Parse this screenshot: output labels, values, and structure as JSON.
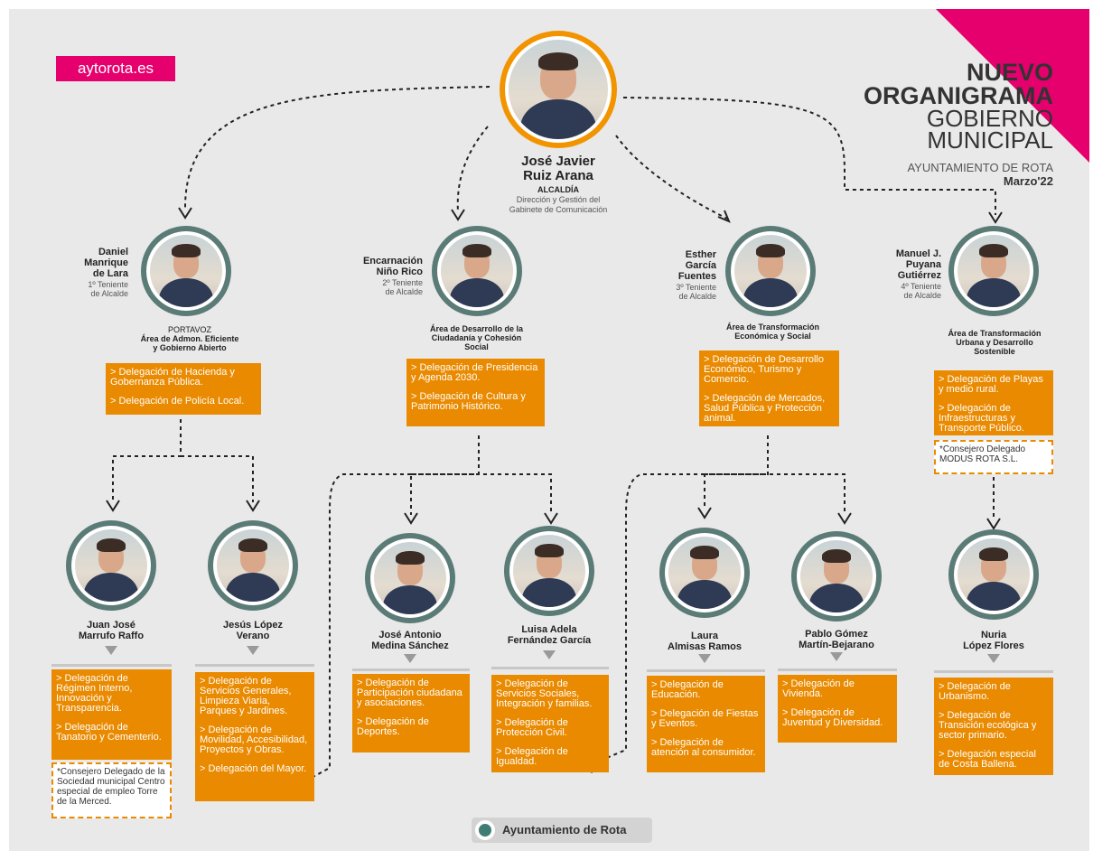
{
  "site": "aytorota.es",
  "title": {
    "line1": "NUEVO",
    "line2": "ORGANIGRAMA",
    "line3": "GOBIERNO",
    "line4": "MUNICIPAL",
    "line5": "AYUNTAMIENTO DE ROTA",
    "line6": "Marzo'22"
  },
  "mayor": {
    "name1": "José Javier",
    "name2": "Ruiz Arana",
    "role": "ALCALDÍA",
    "desc1": "Dirección y Gestión del",
    "desc2": "Gabinete de Comunicación"
  },
  "tenientes": [
    {
      "n1": "Daniel",
      "n2": "Manrique",
      "n3": "de Lara",
      "r1": "1º Teniente",
      "r2": "de Alcalde",
      "area0": "PORTAVOZ",
      "area1": "Área de Admon. Eficiente",
      "area2": "y Gobierno Abierto",
      "area3": "",
      "items": [
        "> Delegación de Hacienda y Gobernanza Pública.",
        "> Delegación de Policía Local."
      ]
    },
    {
      "n1": "Encarnación",
      "n2": "Niño Rico",
      "n3": "",
      "r1": "2º Teniente",
      "r2": "de Alcalde",
      "area0": "",
      "area1": "Área de Desarrollo de la",
      "area2": "Ciudadanía y Cohesión",
      "area3": "Social",
      "items": [
        "> Delegación de Presidencia y Agenda 2030.",
        "> Delegación de Cultura y Patrimonio Histórico."
      ]
    },
    {
      "n1": "Esther",
      "n2": "García",
      "n3": "Fuentes",
      "r1": "3º Teniente",
      "r2": "de Alcalde",
      "area0": "",
      "area1": "Área de Transformación",
      "area2": "Económica y Social",
      "area3": "",
      "items": [
        "> Delegación de Desarrollo Económico, Turismo y Comercio.",
        "> Delegación de Mercados, Salud Pública y Protección animal."
      ]
    },
    {
      "n1": "Manuel J.",
      "n2": "Puyana",
      "n3": "Gutiérrez",
      "r1": "4º Teniente",
      "r2": "de Alcalde",
      "area0": "",
      "area1": "Área de Transformación",
      "area2": "Urbana y Desarrollo",
      "area3": "Sostenible",
      "items": [
        "> Delegación de Playas y medio rural.",
        "> Delegación de Infraestructuras y Transporte Público."
      ],
      "extra": "*Consejero Delegado MODUS ROTA S.L."
    }
  ],
  "concejales": [
    {
      "n1": "Juan José",
      "n2": "Marrufo Raffo",
      "items": [
        "> Delegación de Régimen Interno, Innovación y Transparencia.",
        "> Delegación de Tanatorio y Cementerio."
      ],
      "extra": "*Consejero Delegado de la Sociedad municipal Centro especial de empleo Torre de la Merced."
    },
    {
      "n1": "Jesús López",
      "n2": "Verano",
      "items": [
        "> Delegación de Servicios Generales, Limpieza Viaria, Parques y Jardines.",
        "> Delegación de Movilidad, Accesibilidad, Proyectos y Obras.",
        "> Delegación del Mayor."
      ]
    },
    {
      "n1": "José Antonio",
      "n2": "Medina Sánchez",
      "items": [
        "> Delegación de Participación ciudadana y asociaciones.",
        "> Delegación de Deportes."
      ]
    },
    {
      "n1": "Luisa Adela",
      "n2": "Fernández García",
      "items": [
        "> Delegación de Servicios Sociales, Integración y familias.",
        "> Delegación de Protección Civil.",
        "> Delegación de Igualdad."
      ]
    },
    {
      "n1": "Laura",
      "n2": "Almisas Ramos",
      "items": [
        "> Delegación de Educación.",
        "> Delegación de Fiestas y Eventos.",
        "> Delegación de atención al consumidor."
      ]
    },
    {
      "n1": "Pablo Gómez",
      "n2": "Martín-Bejarano",
      "items": [
        "> Delegación de Vivienda.",
        "> Delegación de Juventud y Diversidad."
      ]
    },
    {
      "n1": "Nuria",
      "n2": "López Flores",
      "items": [
        "> Delegación de Urbanismo.",
        "> Delegación de Transición ecológica y sector primario.",
        "> Delegación especial de Costa Ballena."
      ]
    }
  ],
  "footer": "Ayuntamiento de Rota",
  "colors": {
    "accent": "#e6006e",
    "orange": "#e98a00",
    "teal": "#5b7b76",
    "background": "#e9e9e9"
  }
}
